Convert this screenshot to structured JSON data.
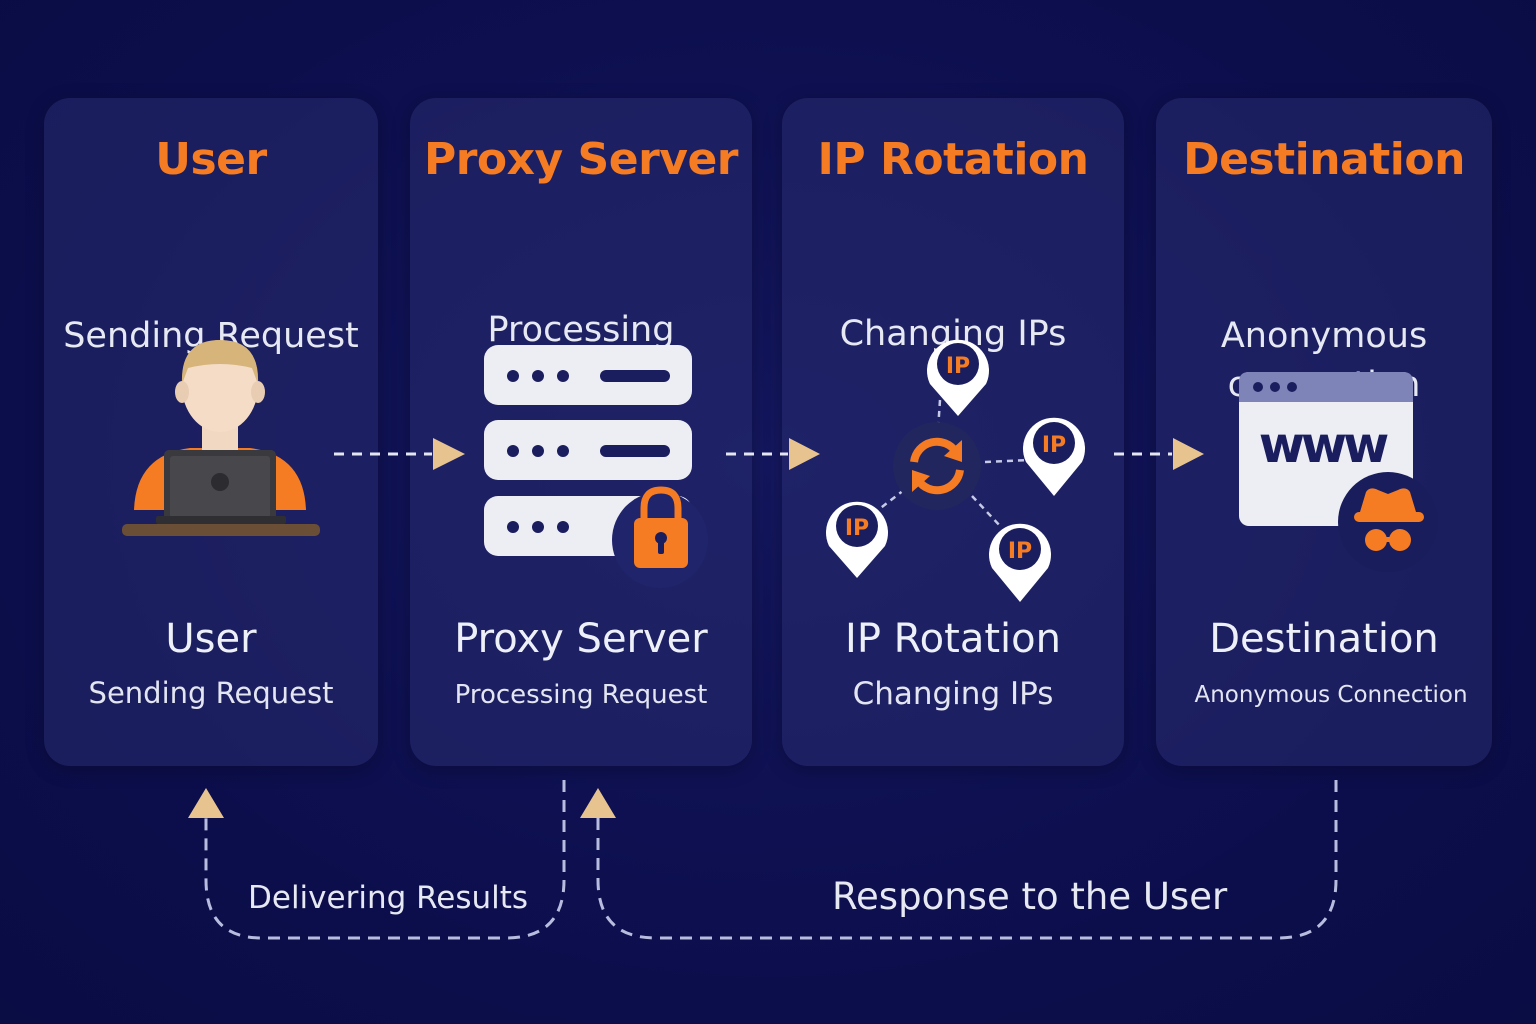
{
  "steps": [
    {
      "title": "User",
      "subtitle": "Sending Request",
      "label": "User",
      "caption": "Sending Request",
      "icon": "user-laptop-icon"
    },
    {
      "title": "Proxy Server",
      "subtitle": "Processing",
      "label": "Proxy Server",
      "caption": "Processing Request",
      "icon": "server-lock-icon"
    },
    {
      "title": "IP Rotation",
      "subtitle": "Changing IPs",
      "label": "IP Rotation",
      "caption": "Changing IPs",
      "icon": "ip-rotation-icon",
      "pin_text": "IP"
    },
    {
      "title": "Destination",
      "subtitle_line1": "Anonymous",
      "subtitle_line2": "connection",
      "label": "Destination",
      "caption": "Anonymous Connection",
      "icon": "browser-www-incognito-icon",
      "www_text": "www"
    }
  ],
  "return_flows": {
    "delivering": "Delivering Results",
    "response": "Response to the User"
  },
  "colors": {
    "background": "#0d0f4f",
    "card": "#282c6e",
    "accent": "#f57c22",
    "arrow": "#e7c48f",
    "dashed_line": "#b8bde0"
  }
}
